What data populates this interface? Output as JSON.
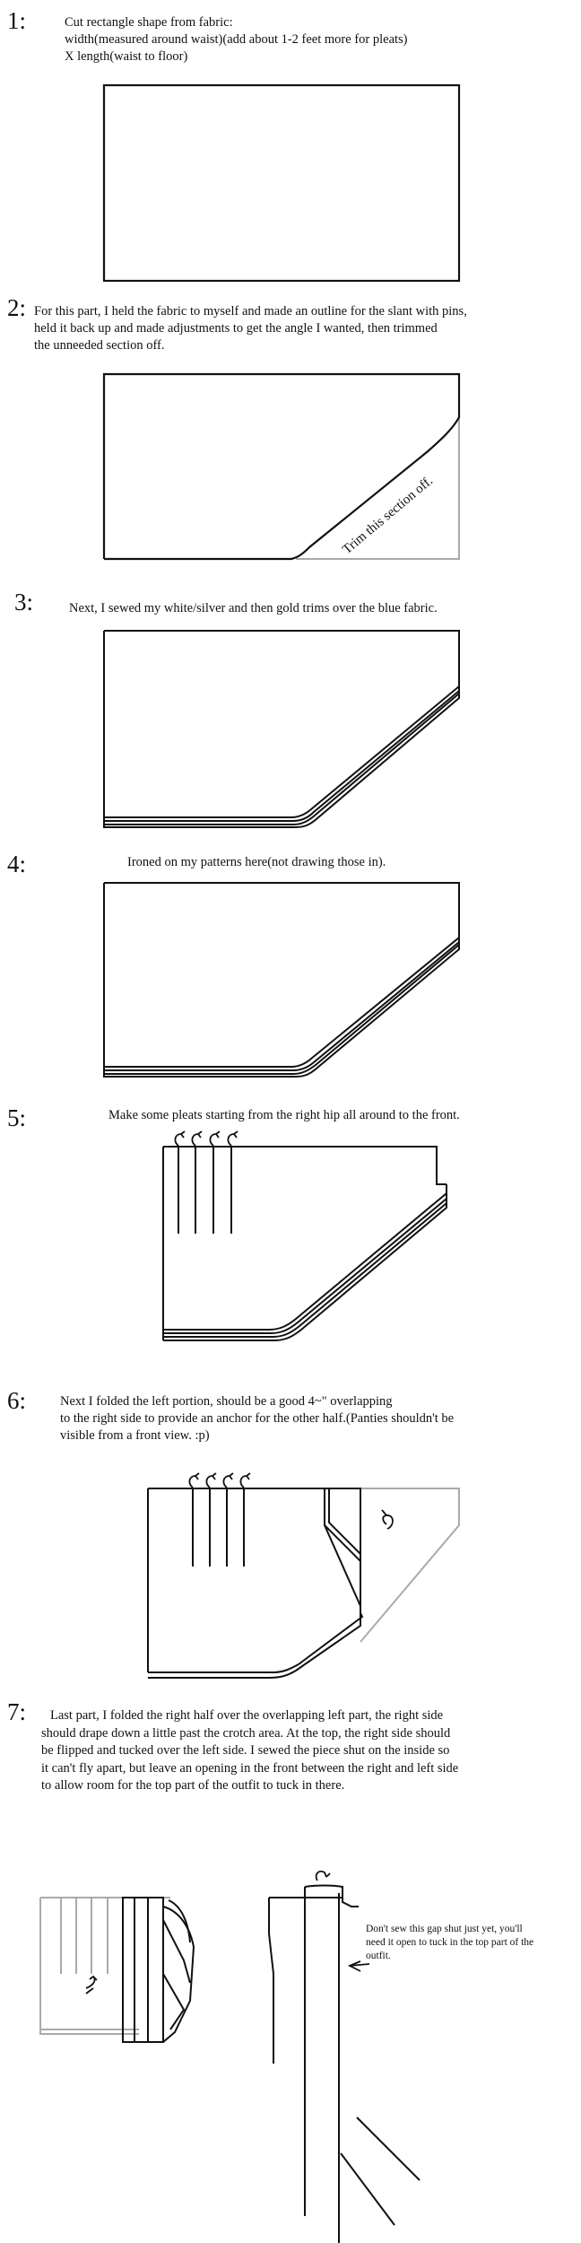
{
  "steps": [
    {
      "number": "1:",
      "text": [
        "Cut rectangle shape from fabric:",
        "width(measured around waist)(add about 1-2 feet more for pleats)",
        "X length(waist to floor)"
      ]
    },
    {
      "number": "2:",
      "text": [
        "For this part, I held the fabric to myself and made an outline for the slant with pins,",
        "held it back up and made adjustments to get the angle I wanted, then trimmed",
        "the unneeded section off."
      ],
      "annotation": "Trim this section off."
    },
    {
      "number": "3:",
      "text": [
        "Next, I sewed my white/silver and then gold trims over the blue fabric."
      ]
    },
    {
      "number": "4:",
      "text": [
        "Ironed on my patterns here(not drawing those in)."
      ]
    },
    {
      "number": "5:",
      "text": [
        "Make some pleats starting from the right hip all around to the front."
      ]
    },
    {
      "number": "6:",
      "text": [
        "Next I folded the left portion, should be a good 4~\"  overlapping",
        "to the right side to provide an anchor for the other half.(Panties shouldn't be",
        "visible from a front view. :p)"
      ]
    },
    {
      "number": "7:",
      "text": [
        "Last part, I folded the right half over the overlapping left part, the right side",
        "should drape down a little past the crotch area.  At the top, the right side should",
        "be flipped and tucked over the left side.  I sewed the piece shut on the inside so",
        "it can't fly apart, but leave an opening in the front between the right and left side",
        "to allow room for the top part of the outfit to tuck in there."
      ],
      "note": [
        "Don't sew this gap shut just yet, you'll",
        "need it open to tuck in the top part of the",
        "outfit."
      ]
    }
  ],
  "colors": {
    "line": "#111111",
    "trim_gray": "#aaaaaa"
  }
}
